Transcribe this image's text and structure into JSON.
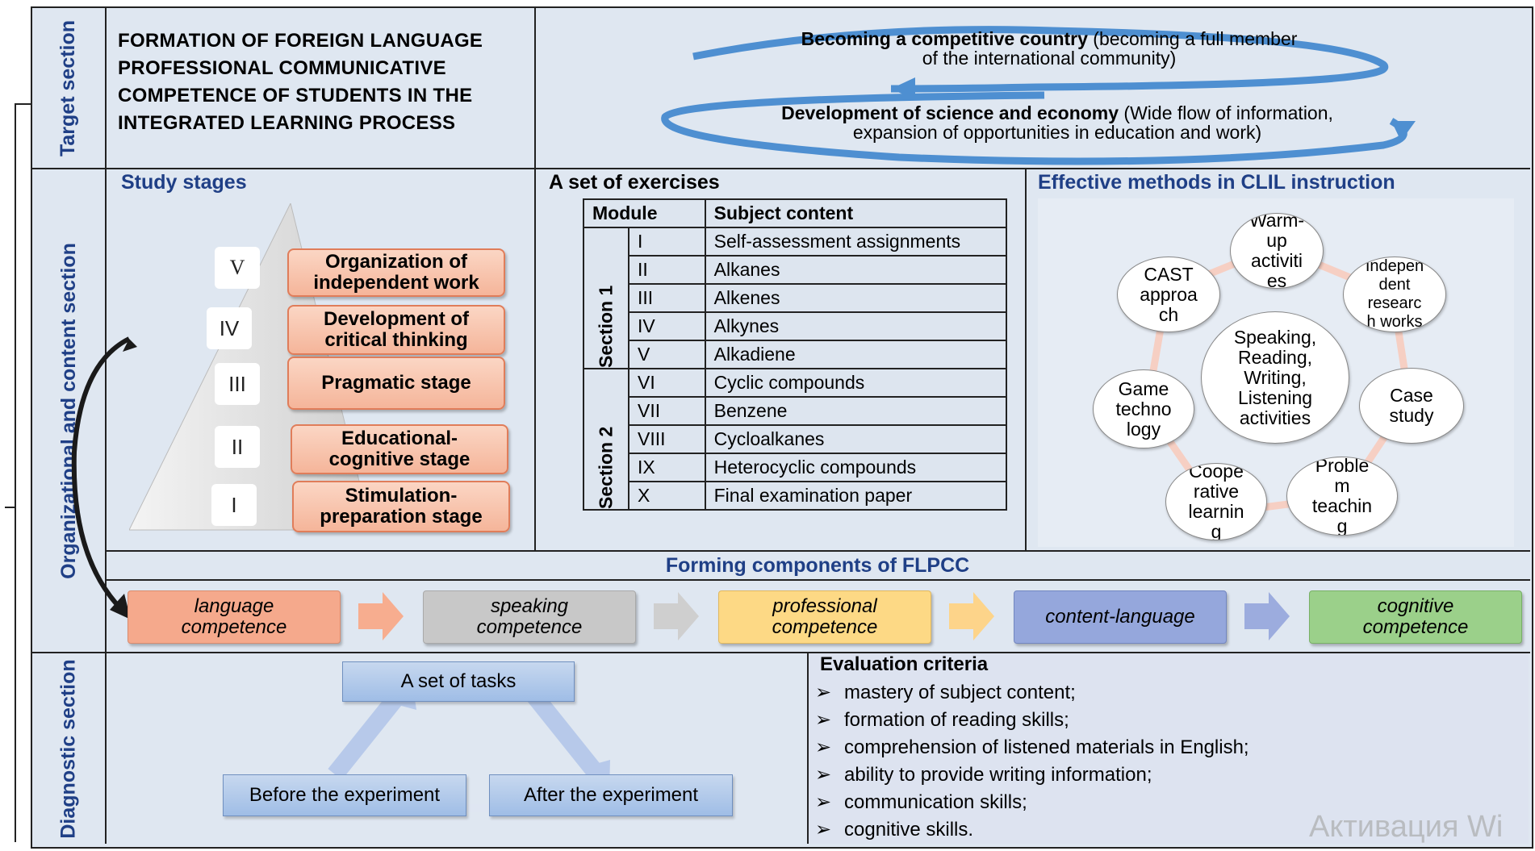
{
  "row_labels": {
    "target": "Target section",
    "organizational": "Organizational and content section",
    "diagnostic": "Diagnostic section"
  },
  "target": {
    "title_lines": [
      "FORMATION OF FOREIGN LANGUAGE",
      "PROFESSIONAL COMMUNICATIVE",
      "COMPETENCE OF STUDENTS IN THE",
      "INTEGRATED LEARNING PROCESS"
    ],
    "goal1_bold": "Becoming a competitive country",
    "goal1_rest_a": " (becoming a full member",
    "goal1_rest_b": "of the international community)",
    "goal2_bold": "Development of science and economy",
    "goal2_rest_a": " (Wide flow of information,",
    "goal2_rest_b": "expansion of opportunities in education and work)"
  },
  "study_stages": {
    "heading": "Study stages",
    "stages": [
      {
        "numeral": "V",
        "label_a": "Organization of",
        "label_b": "independent work"
      },
      {
        "numeral": "IV",
        "label_a": "Development of",
        "label_b": "critical thinking"
      },
      {
        "numeral": "III",
        "label_a": "Pragmatic stage",
        "label_b": ""
      },
      {
        "numeral": "II",
        "label_a": "Educational-",
        "label_b": "cognitive stage"
      },
      {
        "numeral": "I",
        "label_a": "Stimulation-",
        "label_b": "preparation stage"
      }
    ]
  },
  "exercises": {
    "heading": "A set of exercises",
    "col_module": "Module",
    "col_content": "Subject content",
    "section1": "Section 1",
    "section2": "Section 2",
    "rows": [
      {
        "module": "I",
        "content": "Self-assessment assignments"
      },
      {
        "module": "II",
        "content": "Alkanes"
      },
      {
        "module": "III",
        "content": "Alkenes"
      },
      {
        "module": "IV",
        "content": "Alkynes"
      },
      {
        "module": "V",
        "content": "Alkadiene"
      },
      {
        "module": "VI",
        "content": "Cyclic compounds"
      },
      {
        "module": "VII",
        "content": "Benzene"
      },
      {
        "module": "VIII",
        "content": "Cycloalkanes"
      },
      {
        "module": "IX",
        "content": "Heterocyclic compounds"
      },
      {
        "module": "X",
        "content": "Final examination paper"
      }
    ]
  },
  "methods": {
    "heading": "Effective methods in CLIL instruction",
    "center_lines": [
      "Speaking,",
      "Reading,",
      "Writing,",
      "Listening",
      "activities"
    ],
    "items": [
      {
        "lines": [
          "Warm-",
          "up",
          "activiti",
          "es"
        ]
      },
      {
        "lines": [
          "Indepen",
          "dent",
          "researc",
          "h works"
        ]
      },
      {
        "lines": [
          "Case",
          "study"
        ]
      },
      {
        "lines": [
          "Proble",
          "m",
          "teachin",
          "g"
        ]
      },
      {
        "lines": [
          "Coope",
          "rative",
          "learnin",
          "g"
        ]
      },
      {
        "lines": [
          "Game",
          "techno",
          "logy"
        ]
      },
      {
        "lines": [
          "CAST",
          "approa",
          "ch"
        ]
      }
    ]
  },
  "components": {
    "heading": "Forming components of FLPCC",
    "items": [
      {
        "label_a": "language",
        "label_b": "competence",
        "color": "#f5a98c"
      },
      {
        "label_a": "speaking",
        "label_b": "competence",
        "color": "#c8c8c8"
      },
      {
        "label_a": "professional",
        "label_b": "competence",
        "color": "#fdd985"
      },
      {
        "label_a": "content-language",
        "label_b": "",
        "color": "#95a7dc"
      },
      {
        "label_a": "cognitive",
        "label_b": "competence",
        "color": "#9bd08a"
      }
    ],
    "arrow_colors": [
      "#f7ad8f",
      "#cfcfcf",
      "#fdd48a",
      "#9cacde"
    ]
  },
  "diagnostic": {
    "tasks": "A set of tasks",
    "before": "Before the experiment",
    "after": "After the experiment",
    "criteria_heading": "Evaluation criteria",
    "criteria": [
      "mastery of subject content;",
      "formation of reading skills;",
      "comprehension of listened materials in English;",
      "ability to provide writing information;",
      "communication skills;",
      "cognitive skills."
    ],
    "bullet": "➢"
  },
  "watermark": "Активация Wi"
}
